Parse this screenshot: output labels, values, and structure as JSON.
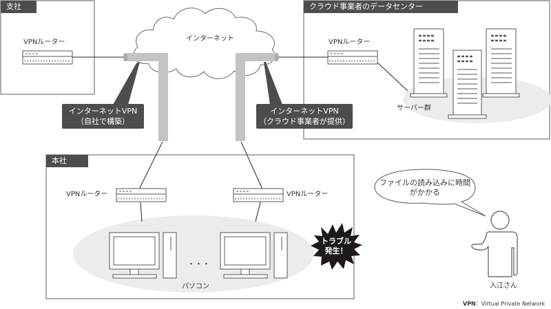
{
  "branch_office": {
    "title": "支社",
    "router_label": "VPNルーター"
  },
  "internet": {
    "label": "インターネット"
  },
  "datacenter": {
    "title": "クラウド事業者のデータセンター",
    "router_label": "VPNルーター",
    "server_group_label": "サーバー群"
  },
  "vpn_callouts": [
    {
      "line1": "インターネットVPN",
      "line2": "（自社で構築）"
    },
    {
      "line1": "インターネットVPN",
      "line2": "（クラウド事業者が提供）"
    }
  ],
  "head_office": {
    "title": "本社",
    "routers": [
      {
        "label": "VPNルーター"
      },
      {
        "label": "VPNルーター"
      }
    ],
    "pc_group_label": "パソコン",
    "ellipsis": "・・・",
    "trouble_burst": {
      "line1": "トラブル",
      "line2": "発生！"
    }
  },
  "person": {
    "name": "入江さん",
    "speech": {
      "line1": "ファイルの読み込みに時間",
      "line2": "がかかる"
    }
  },
  "footnote": {
    "abbr": "VPN",
    "separator": "：",
    "expansion": "Virtual Private Network"
  },
  "colors": {
    "tag_bg": "#4d4d4d",
    "pipe": "#c3c3c3",
    "ellipse": "#ececec",
    "burst": "#1e1a1a",
    "frame": "#777777"
  }
}
